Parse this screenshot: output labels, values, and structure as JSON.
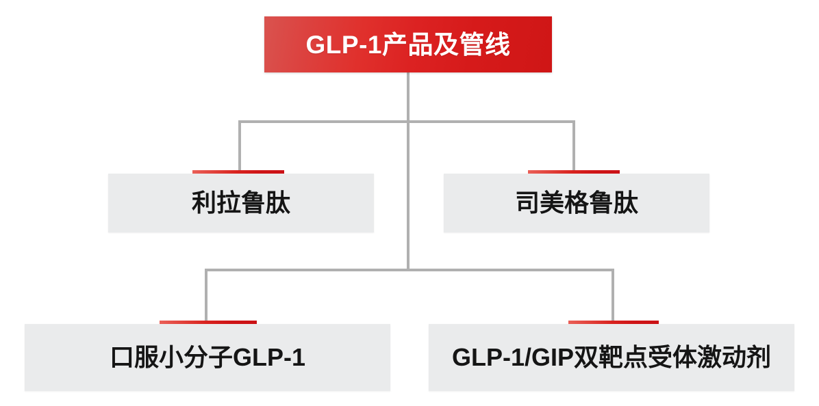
{
  "diagram": {
    "type": "tree",
    "title": "GLP-1产品及管线",
    "root": {
      "id": "root",
      "label": "GLP-1产品及管线",
      "fill": "#d9534f-#cf1616",
      "text_color": "#ffffff"
    },
    "levels": [
      {
        "level": 2,
        "nodes": [
          {
            "id": "liraglutide",
            "label": "利拉鲁肽"
          },
          {
            "id": "semaglutide",
            "label": "司美格鲁肽"
          }
        ]
      },
      {
        "level": 3,
        "nodes": [
          {
            "id": "oral-small-molecule",
            "label": "口服小分子GLP-1"
          },
          {
            "id": "dual-agonist",
            "label": "GLP-1/GIP双靶点受体激动剂"
          }
        ]
      }
    ],
    "colors": {
      "accent_red_light": "#ea5f57",
      "accent_red_dark": "#cb1116",
      "node_fill": "#eaebec",
      "connector_gray": "#b0b0b0",
      "node_text": "#151515",
      "background": "#ffffff"
    }
  }
}
